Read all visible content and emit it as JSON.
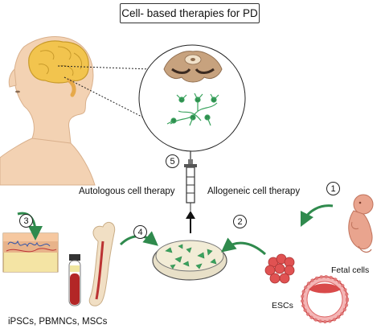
{
  "title": "Cell- based therapies for PD",
  "labels": {
    "autologous": "Autologous cell therapy",
    "allogeneic": "Allogeneic cell therapy",
    "fetal": "Fetal cells",
    "escs": "ESCs",
    "sources": "iPSCs, PBMNCs, MSCs"
  },
  "steps": [
    "1",
    "2",
    "3",
    "4",
    "5"
  ],
  "colors": {
    "skin": "#f3d2b3",
    "brain": "#f2c44e",
    "arrow": "#2f8a4d",
    "tissue": "#b43b3b",
    "cells": "#3aa35e"
  },
  "icons": [
    "head-silhouette-icon",
    "brain-icon",
    "midbrain-section-icon",
    "neurons-icon",
    "syringe-icon",
    "petri-dish-icon",
    "fetus-icon",
    "embryo-icon",
    "blastocyst-icon",
    "skin-layers-icon",
    "blood-tube-icon",
    "bone-icon"
  ]
}
